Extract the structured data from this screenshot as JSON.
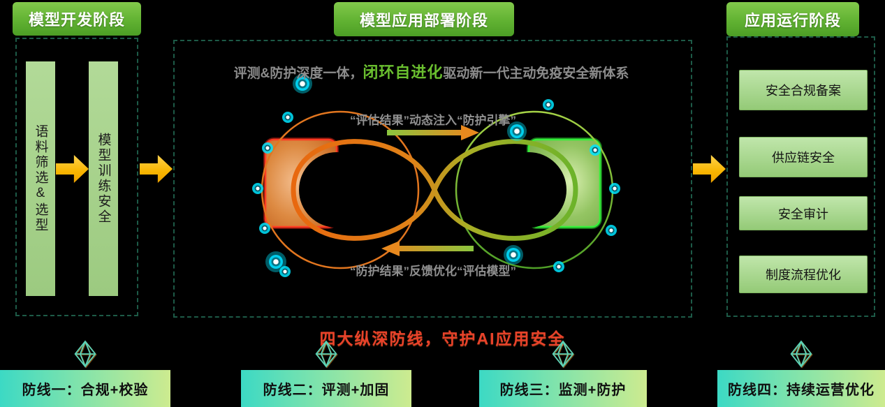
{
  "stage_headers": [
    {
      "label": "模型开发阶段"
    },
    {
      "label": "模型应用部署阶段"
    },
    {
      "label": "应用运行阶段"
    }
  ],
  "dev_stage": {
    "items": [
      {
        "label": "语料筛选&选型"
      },
      {
        "label": "模型训练安全"
      }
    ]
  },
  "deploy_stage": {
    "headline": {
      "pre": "评测&防护深度一体，",
      "highlight": "闭环自进化",
      "post": "驱动新一代主动免疫安全新体系"
    },
    "cycle": {
      "top_label": "“评估结果”动态注入“防护引擎”",
      "bottom_label": "“防护结果”反馈优化“评估模型”"
    }
  },
  "runtime_stage": {
    "items": [
      {
        "label": "安全合规备案"
      },
      {
        "label": "供应链安全"
      },
      {
        "label": "安全审计"
      },
      {
        "label": "制度流程优化"
      }
    ]
  },
  "footer": {
    "title": "四大纵深防线，守护AI应用安全",
    "defense_lines": [
      {
        "label": "防线一：合规+校验"
      },
      {
        "label": "防线二：评测+加固"
      },
      {
        "label": "防线三：监测+防护"
      },
      {
        "label": "防线四：持续运营优化"
      }
    ]
  },
  "icons": {
    "flow_arrow": "yellow-right-arrow",
    "gem": "wireframe-diamond",
    "glow_dot": "cyan-glow-node",
    "cycle_top_arrow": "gradient-right-arrow",
    "cycle_bottom_arrow": "gradient-left-arrow"
  },
  "colors": {
    "background": "#000000",
    "header_green_top": "#82c94b",
    "header_green_bottom": "#4c9e25",
    "panel_green": "#a9d18e",
    "dashed_border": "#1d5a47",
    "flow_arrow_yellow": "#ffc000",
    "loop_orange": "#e8751a",
    "loop_green": "#6cb32a",
    "blob_red_glow": "#ff2a1a",
    "blob_green_glow": "#35f03a",
    "glow_dot_cyan": "#00e5ff",
    "headline_muted": "#8c8c8c",
    "headline_highlight": "#6abf2f",
    "footer_red": "#e8422a",
    "bar_teal": "#3cd9c4",
    "bar_yellow_green": "#cdeb8f"
  }
}
